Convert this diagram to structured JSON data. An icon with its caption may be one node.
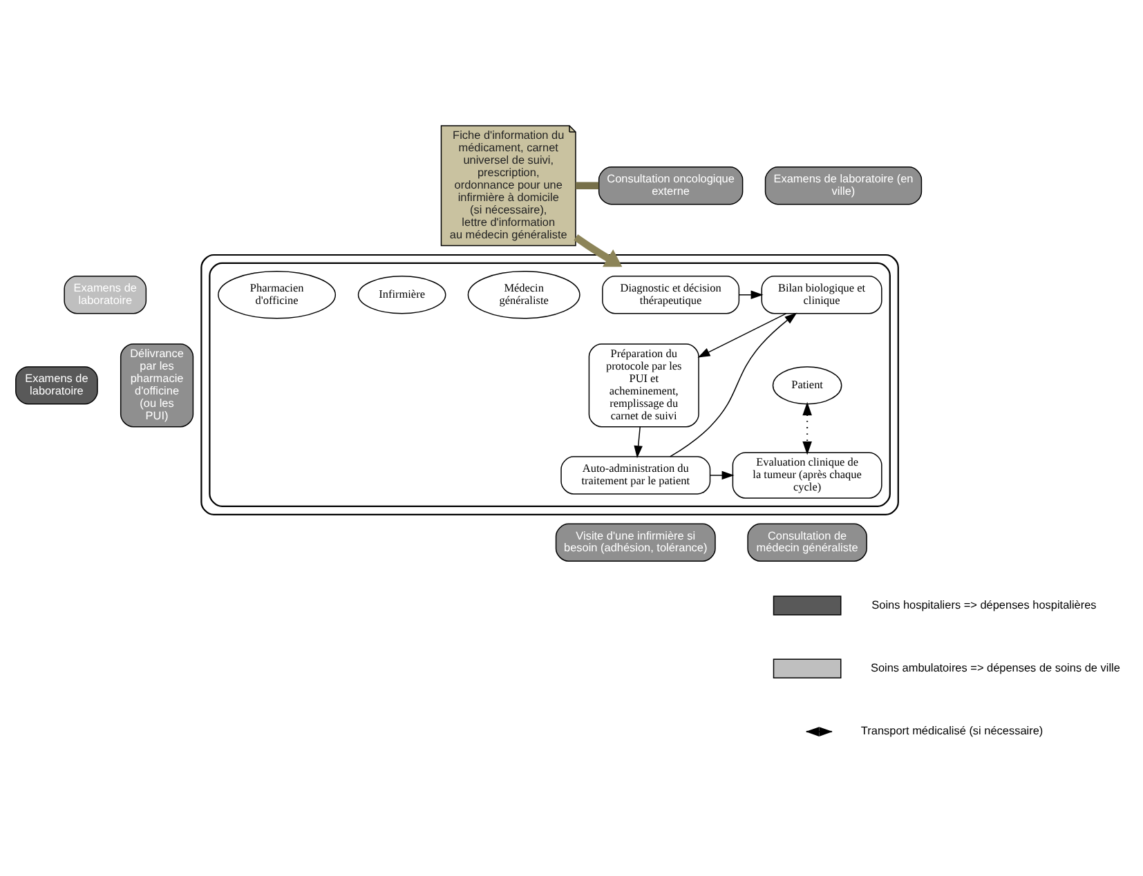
{
  "diagram": {
    "nodes": [
      {
        "text": [],
        "shape": "box"
      },
      {
        "text": [
          "Fiche d'information du médicament, carnet universel de suivi, prescription, ordonnance pour une infirmière à domicile (si nécessaire), lettre d'information au médecin généraliste"
        ]
      },
      {
        "text": [
          "Consultation oncologique externe"
        ]
      },
      {
        "text": [
          "Examens de laboratoire (en ville)"
        ]
      },
      {
        "text": [],
        "shape": "box",
        "in": 0
      },
      {
        "text": [
          "Diagnostic et décision thérapeutique"
        ],
        "in": 4
      },
      {
        "text": [
          "Bilan biologique et clinique"
        ],
        "in": 4
      },
      {
        "text": [
          "Médecin généraliste"
        ],
        "in": 4
      },
      {
        "text": [
          "Patient"
        ],
        "in": 4
      },
      {
        "text": [
          "Infirmière"
        ],
        "in": 4
      },
      {
        "text": [
          "Pharmacien d'officine"
        ],
        "in": 4
      },
      {
        "text": [
          "Préparation du protocole par les PUI et acheminement, remplissage du carnet de suivi"
        ],
        "in": 4
      },
      {
        "text": [
          "Evaluation clinique de la tumeur (après chaque cycle)"
        ],
        "in": 4
      },
      {
        "text": [
          "Auto-administration du traitement par le patient"
        ],
        "in": 4
      },
      {
        "text": [
          "Délivrance par les pharmacie d'officine (ou les PUI)"
        ]
      },
      {
        "text": [
          "Examens de laboratoire"
        ]
      },
      {
        "text": [
          "Examens de laboratoire"
        ]
      },
      {
        "text": [
          "Consultation de médecin généraliste"
        ]
      },
      {
        "text": [
          "Visite d'une infirmière si besoin (adhésion, tolérance)"
        ]
      }
    ],
    "edges": [
      {
        "from": 1,
        "to": 2,
        "arrow": "none",
        "style": "thick",
        "color": "#77704a"
      },
      {
        "from": 1,
        "to": 4,
        "arrow": "to",
        "style": "thick",
        "color": "#8c8458"
      },
      {
        "from": 5,
        "to": 6,
        "arrow": "to"
      },
      {
        "from": 6,
        "to": 11,
        "arrow": "to"
      },
      {
        "from": 11,
        "to": 13,
        "arrow": "to"
      },
      {
        "from": 13,
        "to": 12,
        "arrow": "to"
      },
      {
        "from": 13,
        "to": 6,
        "arrow": "to"
      },
      {
        "from": 8,
        "to": 12,
        "arrow": "both",
        "style": "dashed"
      }
    ],
    "legend": [
      {
        "text": "Soins hospitaliers => dépenses hospitalières",
        "color": "#595959"
      },
      {
        "text": "Soins ambulatoires => dépenses de soins de ville",
        "color": "#bfbfbf"
      },
      {
        "text": "Transport médicalisé (si nécessaire)"
      }
    ]
  }
}
